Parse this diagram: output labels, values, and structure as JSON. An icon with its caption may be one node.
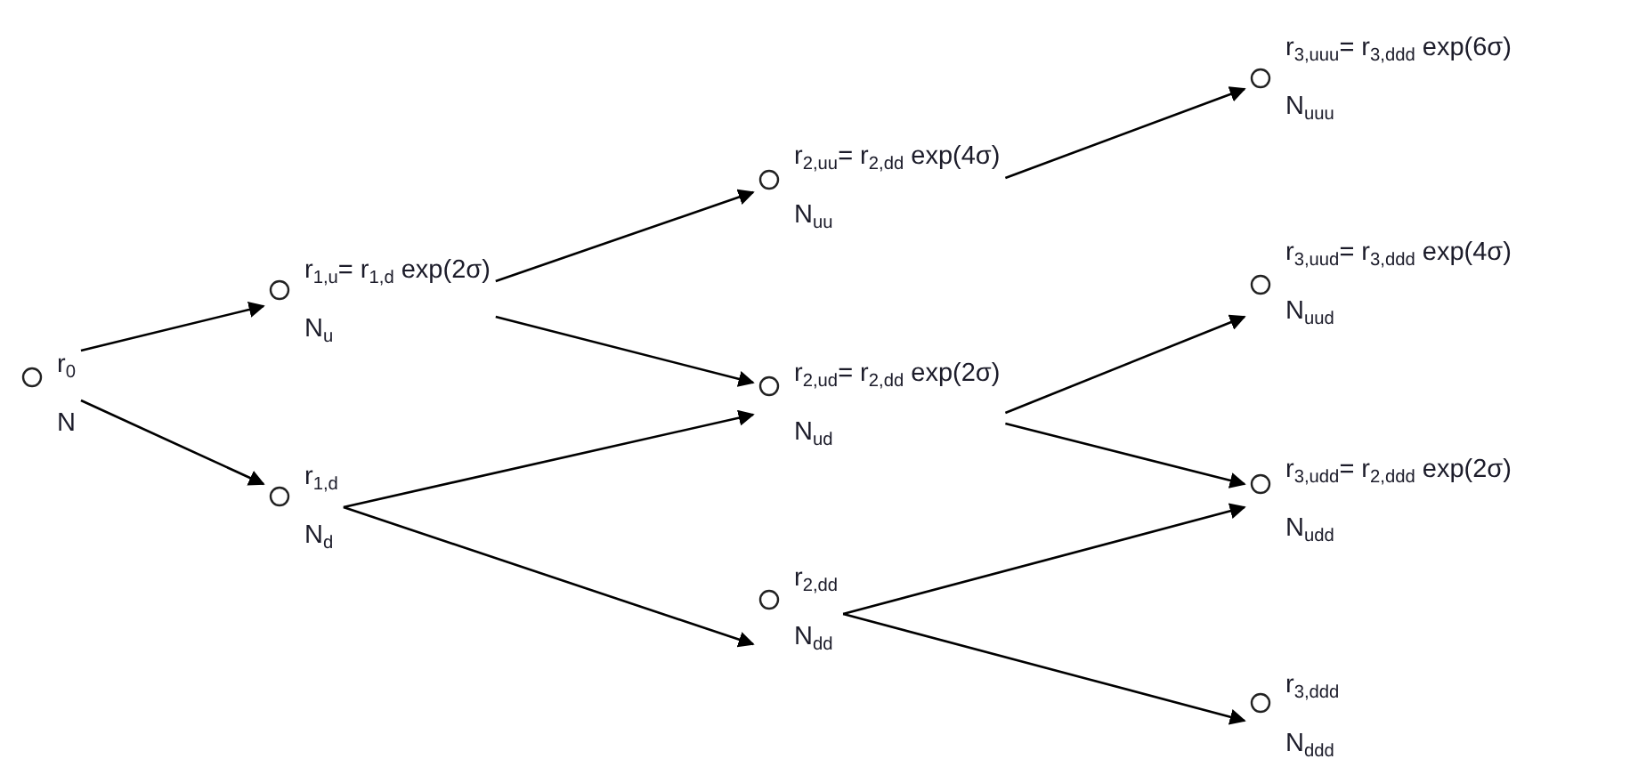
{
  "diagram": {
    "nodes": [
      {
        "text": [
          "r$_{0}$",
          "N"
        ]
      },
      {
        "text": [
          "r$_{1,u}$= r$_{1,d}$ exp(2σ)",
          "N$_{u}$"
        ]
      },
      {
        "text": [
          "r$_{1,d}$",
          "N$_{d}$"
        ]
      },
      {
        "text": [
          "r$_{2,uu}$= r$_{2,dd}$ exp(4σ)",
          "N$_{uu}$"
        ]
      },
      {
        "text": [
          "r$_{2,ud}$= r$_{2,dd}$ exp(2σ)",
          "N$_{ud}$"
        ]
      },
      {
        "text": [
          "r$_{2,dd}$",
          "N$_{dd}$"
        ]
      },
      {
        "text": [
          "r$_{3,uuu}$= r$_{3,ddd}$ exp(6σ)",
          "N$_{uuu}$"
        ]
      },
      {
        "text": [
          "r$_{3,uud}$= r$_{3,ddd}$ exp(4σ)",
          "N$_{uud}$"
        ]
      },
      {
        "text": [
          "r$_{3,udd}$= r$_{2,ddd}$ exp(2σ)",
          "N$_{udd}$"
        ]
      },
      {
        "text": [
          "r$_{3,ddd}$",
          "N$_{ddd}$"
        ]
      }
    ],
    "edges": [
      {
        "from": 0,
        "to": 1,
        "arrow": "to"
      },
      {
        "from": 0,
        "to": 2,
        "arrow": "to"
      },
      {
        "from": 1,
        "to": 3,
        "arrow": "to"
      },
      {
        "from": 1,
        "to": 4,
        "arrow": "to"
      },
      {
        "from": 2,
        "to": 4,
        "arrow": "to"
      },
      {
        "from": 2,
        "to": 5,
        "arrow": "to"
      },
      {
        "from": 3,
        "to": 6,
        "arrow": "to"
      },
      {
        "from": 4,
        "to": 7,
        "arrow": "to"
      },
      {
        "from": 4,
        "to": 8,
        "arrow": "to"
      },
      {
        "from": 5,
        "to": 8,
        "arrow": "to"
      },
      {
        "from": 5,
        "to": 9,
        "arrow": "to"
      }
    ]
  }
}
